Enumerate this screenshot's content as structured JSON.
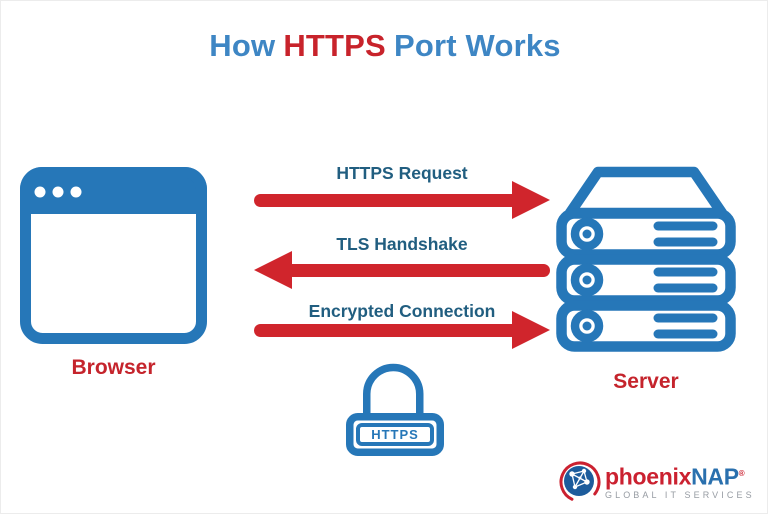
{
  "title": {
    "part1": "How",
    "part2": "HTTPS",
    "part3": "Port Works"
  },
  "nodes": {
    "browser_label": "Browser",
    "server_label": "Server"
  },
  "flows": [
    {
      "label": "HTTPS Request",
      "direction": "right"
    },
    {
      "label": "TLS Handshake",
      "direction": "left"
    },
    {
      "label": "Encrypted Connection",
      "direction": "right"
    }
  ],
  "padlock": {
    "label": "HTTPS"
  },
  "logo": {
    "brand_part1": "phoenix",
    "brand_part2": "NAP",
    "registered_mark": "®",
    "tagline": "GLOBAL IT SERVICES"
  },
  "colors": {
    "title_blue": "#3e86c4",
    "text_red": "#c5242c",
    "arrow_red": "#d0252c",
    "icon_blue": "#2677b8",
    "flow_label_blue": "#215e80",
    "logo_red": "#cb2130",
    "logo_blue": "#2a70ae",
    "tagline_gray": "#979ca3"
  }
}
